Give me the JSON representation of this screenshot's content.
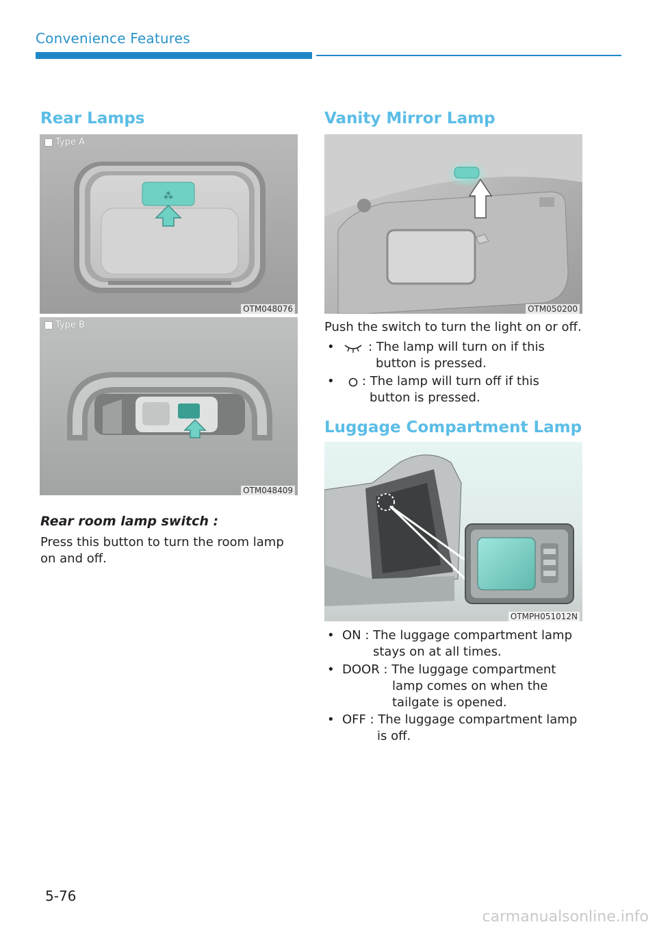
{
  "header": {
    "title": "Convenience Features"
  },
  "left": {
    "heading": "Rear Lamps",
    "figA": {
      "tag": "Type A",
      "code": "OTM048076"
    },
    "figB": {
      "tag": "Type B",
      "code": "OTM048409"
    },
    "subheading": "Rear room lamp switch :",
    "body_line1": "Press this button to turn the room lamp",
    "body_line2": "on and off."
  },
  "right": {
    "vanity": {
      "heading": "Vanity Mirror Lamp",
      "code": "OTM050200",
      "intro": "Push the switch to turn the light on or off.",
      "on_line1": ": The lamp will turn on if this",
      "on_line2": "button is pressed.",
      "off_line1": ": The lamp will turn off if this",
      "off_line2": "button is pressed."
    },
    "luggage": {
      "heading": "Luggage Compartment Lamp",
      "code": "OTMPH051012N",
      "on_line1": "ON : The luggage compartment lamp",
      "on_line2": "stays on at all times.",
      "door_line1": "DOOR : The luggage compartment",
      "door_line2": "lamp comes on when the",
      "door_line3": "tailgate is opened.",
      "off_line1": "OFF : The luggage compartment lamp",
      "off_line2": "is off."
    }
  },
  "footer": {
    "page": "5-76",
    "watermark": "carmanualsonline.info"
  },
  "colors": {
    "accent": "#1e88c7",
    "heading": "#5bbde6",
    "highlight": "#6fd1c3"
  }
}
